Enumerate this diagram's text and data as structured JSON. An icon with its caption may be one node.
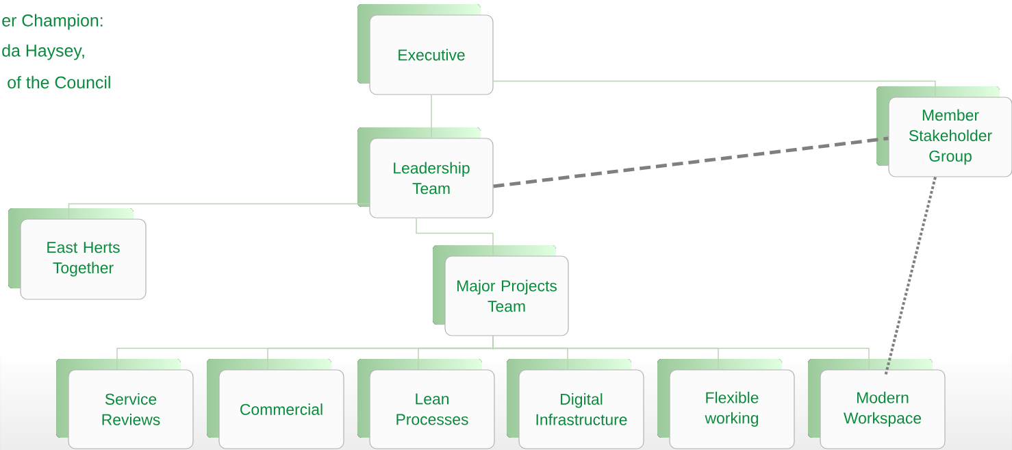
{
  "diagram": {
    "nodes": [
      {
        "text": [
          "Executive"
        ]
      },
      {
        "text": [
          "Member Stakeholder Group"
        ]
      },
      {
        "text": [
          "Leadership Team"
        ]
      },
      {
        "text": [
          "East Herts Together"
        ]
      },
      {
        "text": [
          "Major Projects Team"
        ]
      },
      {
        "text": [
          "Service Reviews"
        ]
      },
      {
        "text": [
          "Commercial"
        ]
      },
      {
        "text": [
          "Lean Processes"
        ]
      },
      {
        "text": [
          "Digital Infrastructure"
        ]
      },
      {
        "text": [
          "Flexible working"
        ]
      },
      {
        "text": [
          "Modern Workspace"
        ]
      }
    ],
    "edges": [
      {
        "from": 0,
        "to": 2,
        "arrow": "none"
      },
      {
        "from": 0,
        "to": 1,
        "arrow": "none"
      },
      {
        "from": 2,
        "to": 3,
        "arrow": "none"
      },
      {
        "from": 2,
        "to": 4,
        "arrow": "none"
      },
      {
        "from": 4,
        "to": 5,
        "arrow": "none"
      },
      {
        "from": 4,
        "to": 6,
        "arrow": "none"
      },
      {
        "from": 4,
        "to": 7,
        "arrow": "none"
      },
      {
        "from": 4,
        "to": 8,
        "arrow": "none"
      },
      {
        "from": 4,
        "to": 9,
        "arrow": "none"
      },
      {
        "from": 4,
        "to": 10,
        "arrow": "none"
      },
      {
        "from": 2,
        "to": 1,
        "arrow": "none",
        "style": "dashed",
        "color": "#7f7f7f"
      },
      {
        "from": 1,
        "to": 10,
        "arrow": "none",
        "style": "dashed",
        "color": "#7f7f7f"
      }
    ],
    "labels": [
      "er Champion:",
      "da Haysey,",
      "of the Council"
    ]
  }
}
